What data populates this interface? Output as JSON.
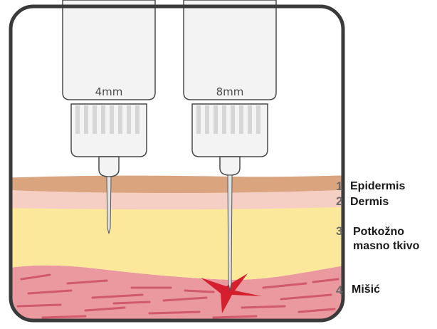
{
  "colors": {
    "frame": "#3a3a3a",
    "epidermis": "#d9a47e",
    "dermis": "#f5cfc3",
    "fat": "#fbe89b",
    "muscle": "#ea9a9f",
    "muscle_fiber": "#d05a6a",
    "injection_mark": "#d41f2e",
    "pen_body": "#f3f3f3",
    "needle": "#b8b8b8"
  },
  "needles": [
    {
      "label": "4mm"
    },
    {
      "label": "8mm"
    }
  ],
  "layers": [
    {
      "number": "1",
      "name": "Epidermis",
      "name_line2": ""
    },
    {
      "number": "2",
      "name": "Dermis",
      "name_line2": ""
    },
    {
      "number": "3",
      "name": "Potkožno",
      "name_line2": "masno tkivo"
    },
    {
      "number": "4",
      "name": "Mišić",
      "name_line2": ""
    }
  ]
}
